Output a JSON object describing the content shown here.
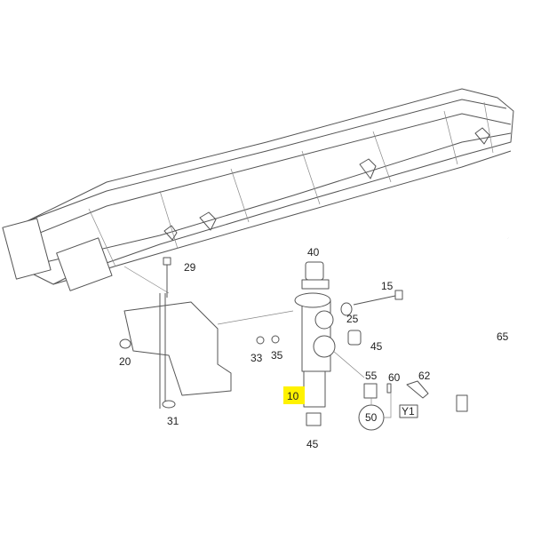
{
  "diagram": {
    "highlight_color": "#fff200",
    "callouts": {
      "c40": "40",
      "c29": "29",
      "c15": "15",
      "c25": "25",
      "c20": "20",
      "c33": "33",
      "c35": "35",
      "c45a": "45",
      "c65": "65",
      "c55": "55",
      "c60": "60",
      "c62": "62",
      "c10": "10",
      "c50": "50",
      "cY1": "Y1",
      "c31": "31",
      "c45b": "45"
    }
  }
}
